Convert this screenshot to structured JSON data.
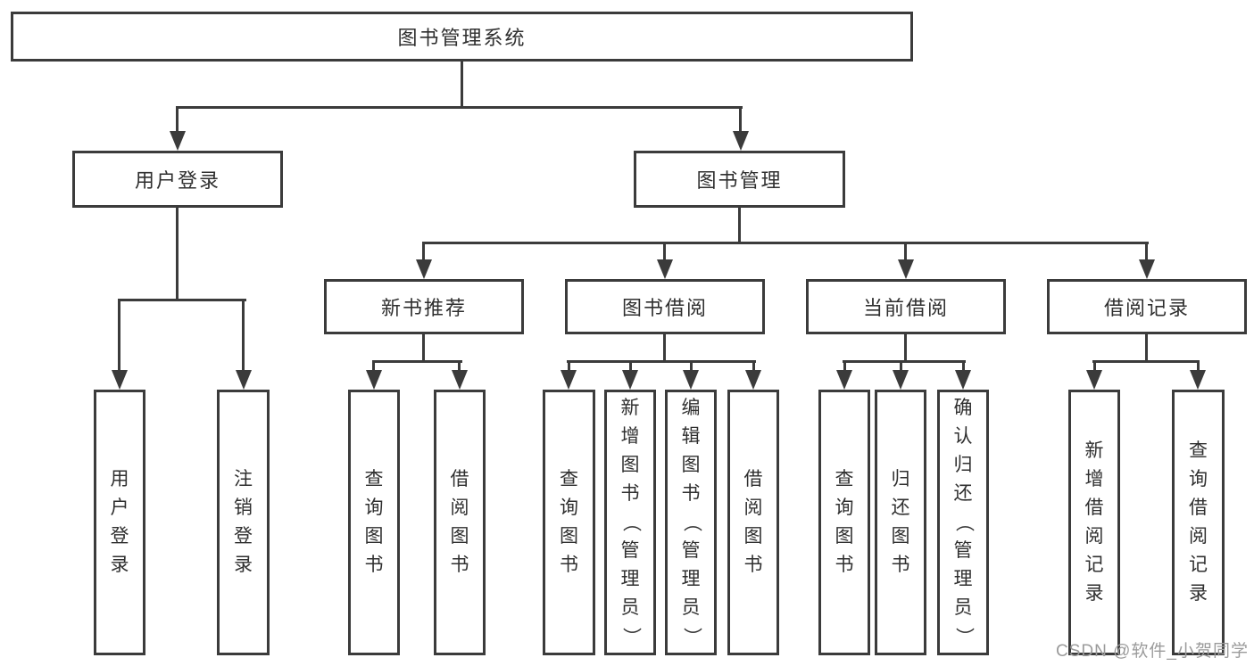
{
  "nodes": {
    "root": "图书管理系统",
    "user_login": "用户登录",
    "book_mgmt": "图书管理",
    "new_books": "新书推荐",
    "book_borrow": "图书借阅",
    "current_borrow": "当前借阅",
    "borrow_records": "借阅记录"
  },
  "leaves": {
    "user_login": "用户登录",
    "logout": "注销登录",
    "nb_query": "查询图书",
    "nb_borrow": "借阅图书",
    "bb_query": "查询图书",
    "bb_add": "新增图书（管理员）",
    "bb_edit": "编辑图书（管理员）",
    "bb_borrow": "借阅图书",
    "cb_query": "查询图书",
    "cb_return": "归还图书",
    "cb_confirm": "确认归还（管理员）",
    "br_add": "新增借阅记录",
    "br_query": "查询借阅记录"
  },
  "watermark": {
    "text": "CSDN @软件_小贺同学"
  },
  "colors": {
    "line": "#3b3b3b",
    "text": "#2f2f2f",
    "watermark": "#9b9b9b",
    "background": "#ffffff"
  }
}
